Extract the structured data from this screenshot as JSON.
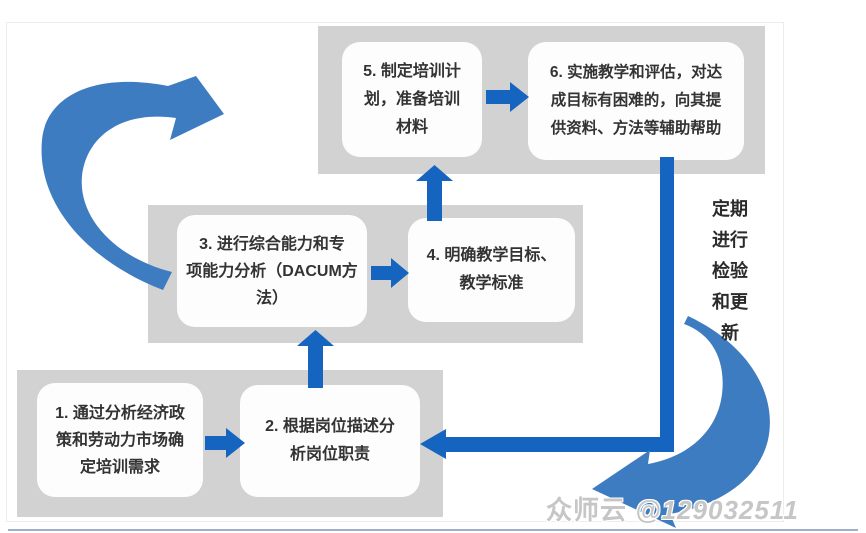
{
  "diagram": {
    "boxes": [
      {
        "step": "1",
        "lines": [
          "1. 通过分析经济政",
          "策和劳动力市场确",
          "定培训需求"
        ]
      },
      {
        "step": "2",
        "lines": [
          "2. 根据岗位描述分",
          "析岗位职责"
        ]
      },
      {
        "step": "3",
        "lines": [
          "3. 进行综合能力和专",
          "项能力分析（DACUM方",
          "法）"
        ]
      },
      {
        "step": "4",
        "lines": [
          "4. 明确教学目标、",
          "教学标准"
        ]
      },
      {
        "step": "5",
        "lines": [
          "5. 制定培训计",
          "划，准备培训",
          "材料"
        ]
      },
      {
        "step": "6",
        "lines": [
          "6. 实施教学和评估，对达",
          "成目标有困难的，向其提",
          "供资料、方法等辅助帮助"
        ]
      }
    ],
    "side_note": {
      "lines": [
        "定期",
        "进行",
        "检验",
        "和更",
        "新"
      ]
    }
  },
  "watermark": {
    "brand": "众师云",
    "id": "@129032511"
  },
  "colors": {
    "arrow_blue": "#1565c0",
    "curve_blue": "#3e7cc2",
    "band_gray": "#d2d2d2",
    "box_white": "#fdfdfd",
    "text_dark": "#333333",
    "watermark_gray": "#c6c6c6",
    "bottom_line_blue": "#9db0cc"
  }
}
